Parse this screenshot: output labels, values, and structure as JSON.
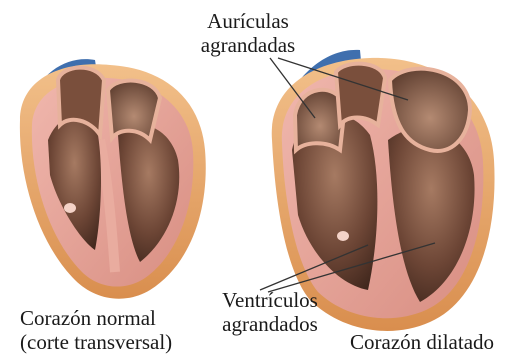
{
  "labels": {
    "atria_line1": "Aurículas",
    "atria_line2": "agrandadas",
    "ventricles_line1": "Ventrículos",
    "ventricles_line2": "agrandados",
    "normal_line1": "Corazón normal",
    "normal_line2": "(corte transversal)",
    "dilated": "Corazón dilatado"
  },
  "colors": {
    "outer_wall": "#e8a96a",
    "myocardium": "#e6a59a",
    "chamber_dark": "#5e3a2c",
    "chamber_mid": "#8a5a44",
    "vessel_blue": "#3f6fae",
    "leader_line": "#333333"
  }
}
